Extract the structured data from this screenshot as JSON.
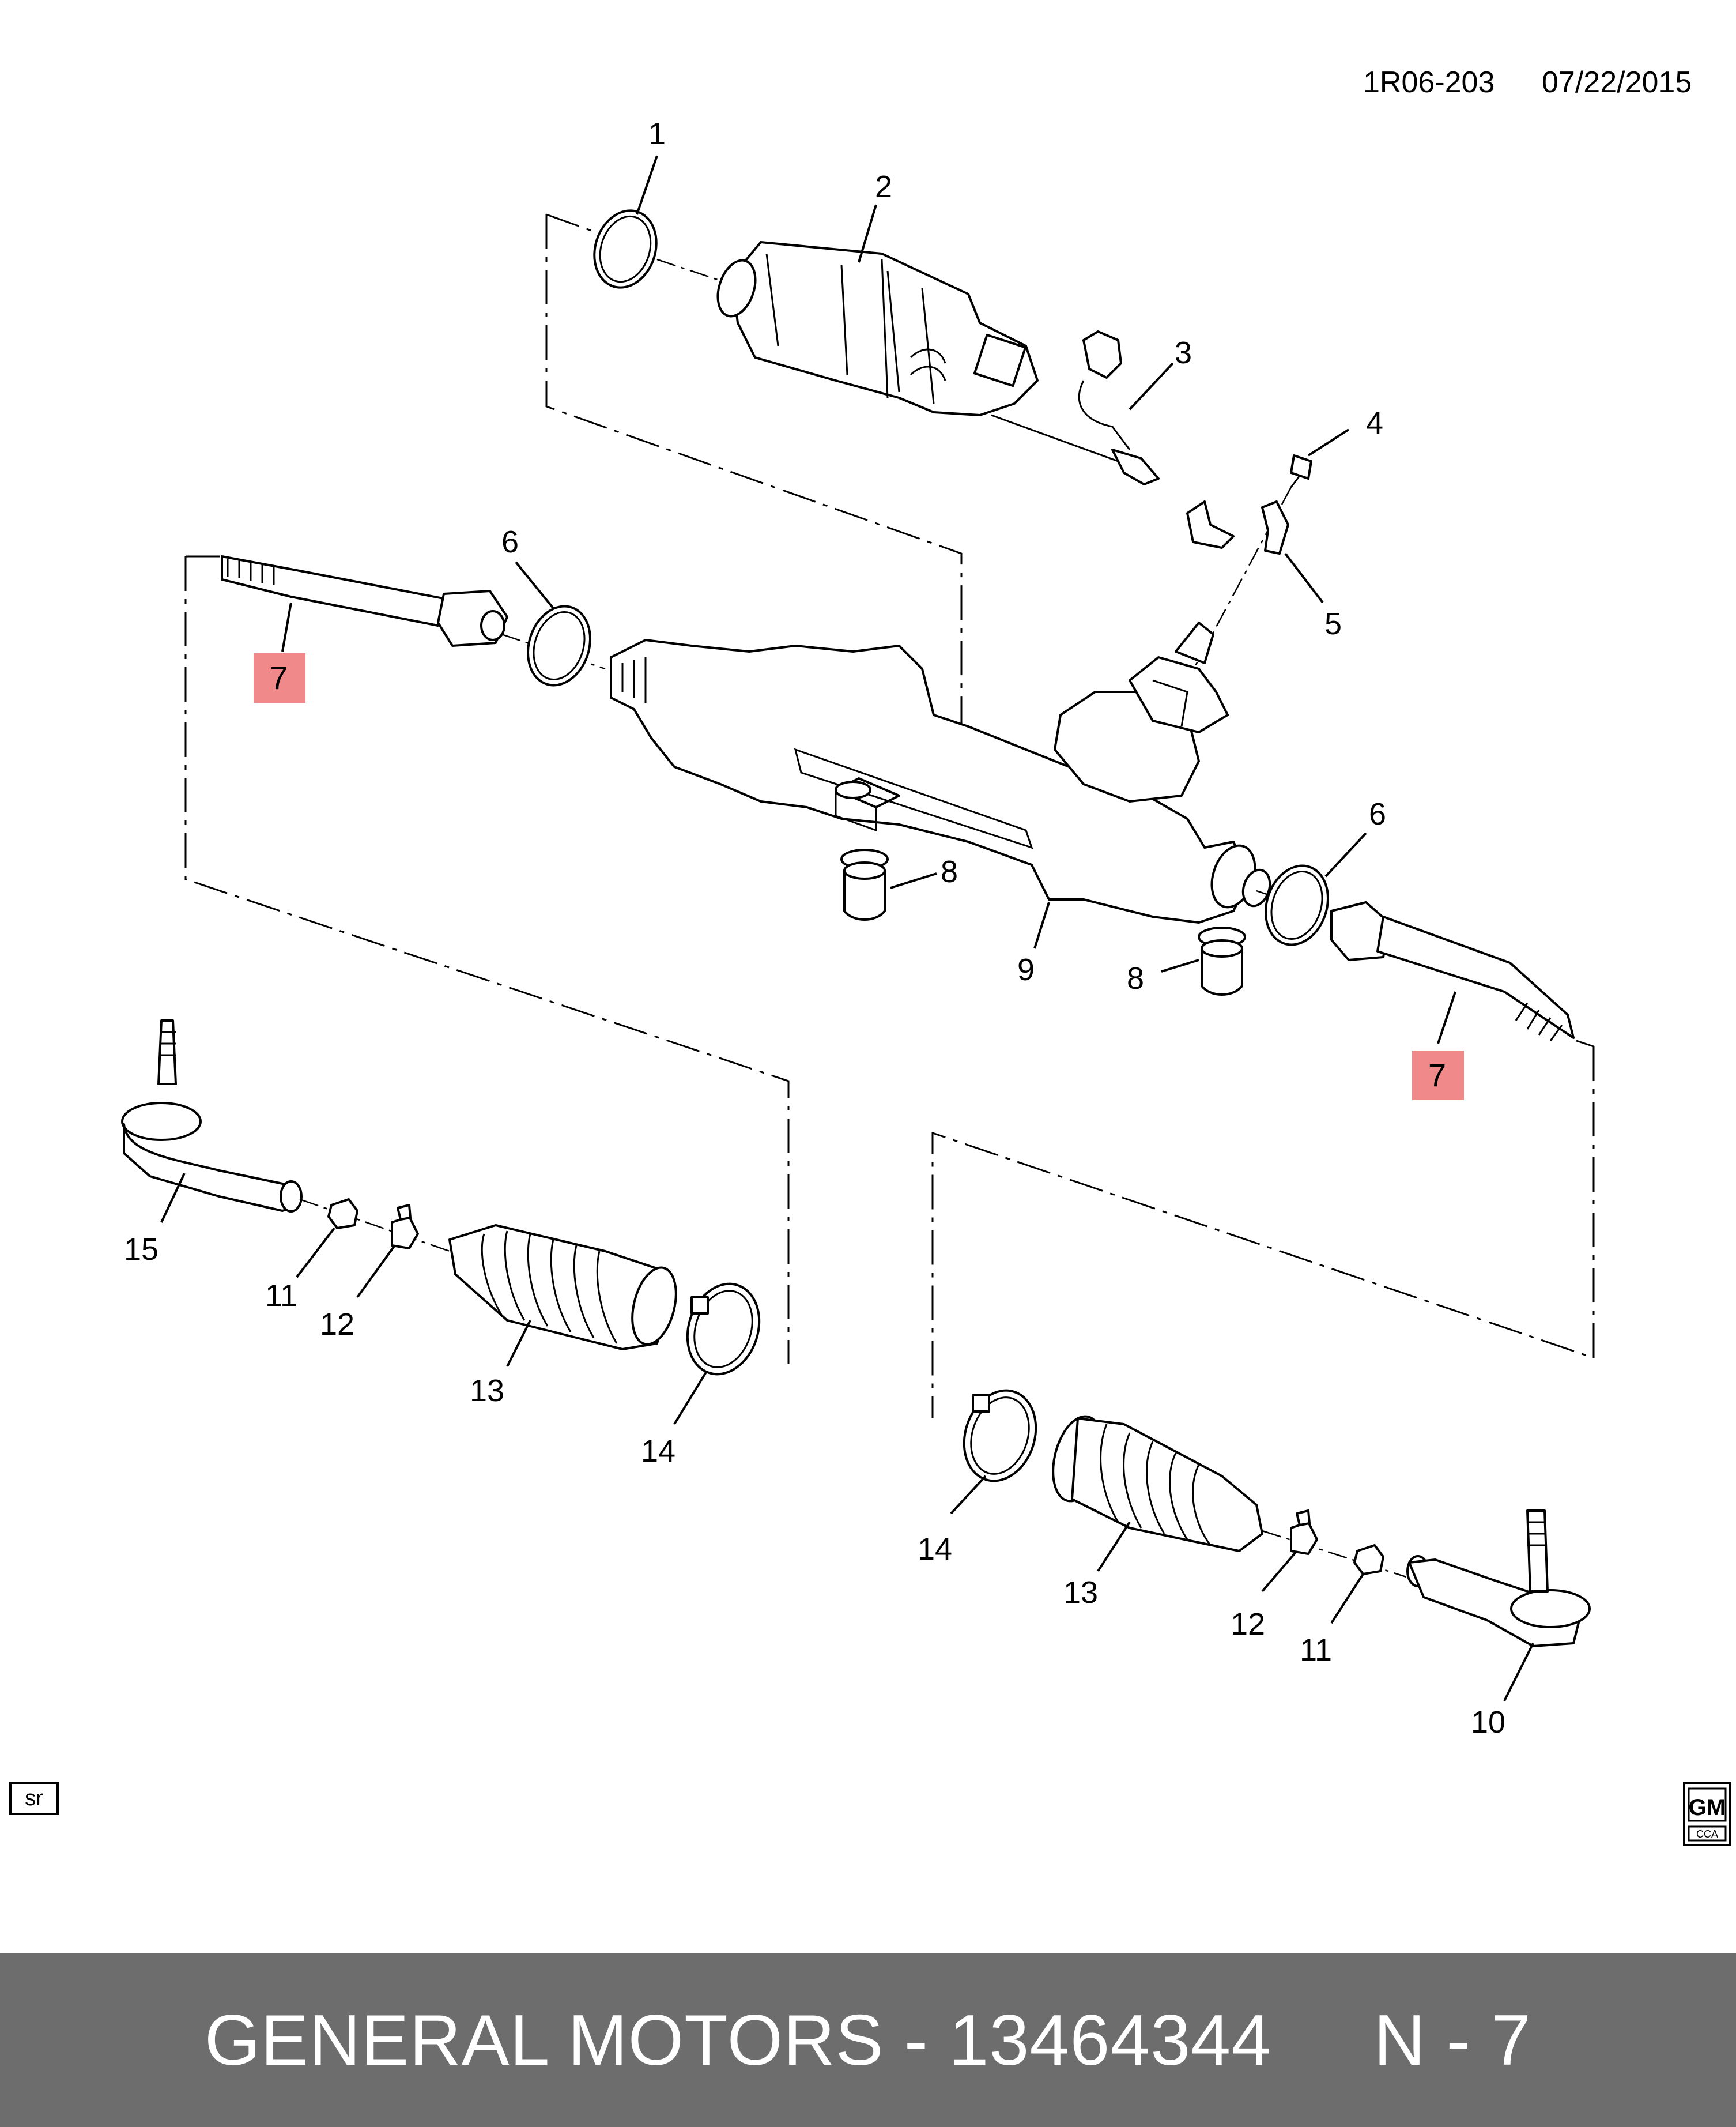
{
  "header": {
    "ref": "1R06-203",
    "date": "07/22/2015"
  },
  "callouts": {
    "c1": "1",
    "c2": "2",
    "c3": "3",
    "c4": "4",
    "c5": "5",
    "c6a": "6",
    "c6b": "6",
    "c7a": "7",
    "c7b": "7",
    "c8a": "8",
    "c8b": "8",
    "c9": "9",
    "c10": "10",
    "c11a": "11",
    "c11b": "11",
    "c12a": "12",
    "c12b": "12",
    "c13a": "13",
    "c13b": "13",
    "c14a": "14",
    "c14b": "14",
    "c15": "15"
  },
  "highlight_color": "#f08a8a",
  "corner_left": {
    "label": "sr"
  },
  "corner_right": {
    "logo_text": "GM",
    "logo_sub": "CCA"
  },
  "footer": {
    "text": "GENERAL MOTORS - 13464344     N - 7"
  }
}
